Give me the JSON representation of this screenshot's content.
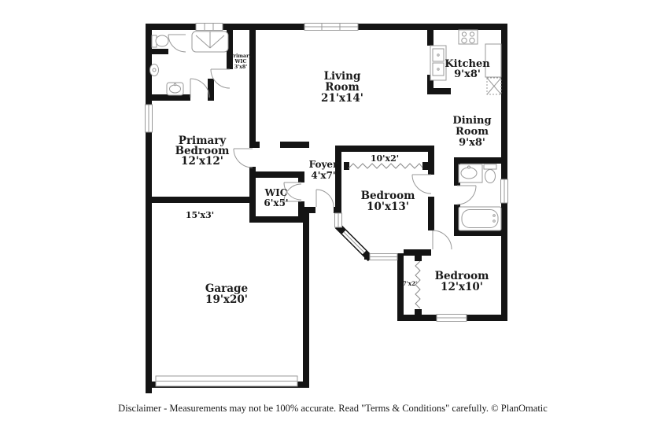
{
  "rooms": {
    "living": {
      "line1": "Living",
      "line2": "Room",
      "dims": "21'x14'"
    },
    "kitchen": {
      "line1": "Kitchen",
      "dims": "9'x8'"
    },
    "dining": {
      "line1": "Dining",
      "line2": "Room",
      "dims": "9'x8'"
    },
    "primary_bedroom": {
      "line1": "Primary",
      "line2": "Bedroom",
      "dims": "12'x12'"
    },
    "primary_wic": {
      "line1": "Primary",
      "line2": "WIC",
      "dims": "3'x8'"
    },
    "wic": {
      "line1": "WIC",
      "dims": "6'x5'"
    },
    "foyer": {
      "line1": "Foyer",
      "dims": "4'x7'"
    },
    "bedroom1": {
      "line1": "Bedroom",
      "dims": "10'x13'"
    },
    "bedroom2": {
      "line1": "Bedroom",
      "dims": "12'x10'"
    },
    "garage": {
      "line1": "Garage",
      "dims": "19'x20'"
    }
  },
  "closets": {
    "garage_nook": "15'x3'",
    "bedroom1_closet": "10'x2'",
    "bedroom2_closet": "7'x2'"
  },
  "footer": {
    "disclaimer": "Disclaimer - Measurements may not be 100% accurate. Read \"Terms & Conditions\" carefully. © PlanOmatic"
  },
  "colors": {
    "wall": "#141414",
    "fixture": "#999999",
    "label": "#1a1a1a"
  }
}
